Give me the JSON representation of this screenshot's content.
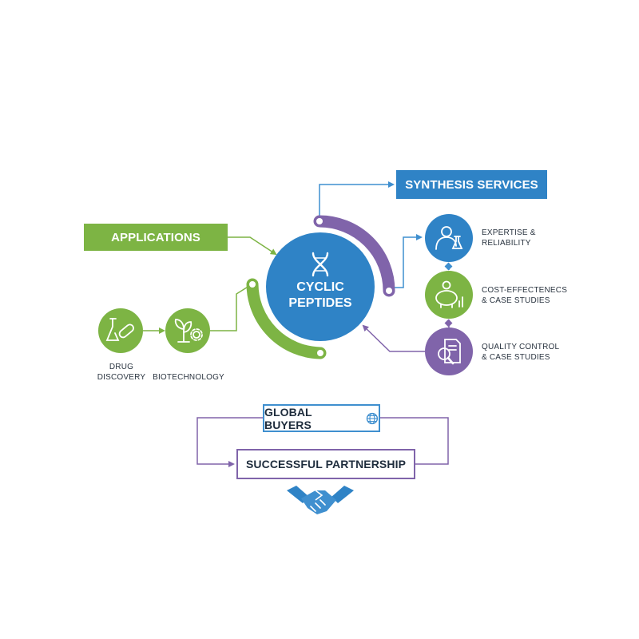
{
  "center": {
    "line1": "CYCLIC",
    "line2": "PEPTIDES",
    "icon": "dna-icon"
  },
  "synthesis": {
    "title": "SYNTHESIS SERVICES"
  },
  "applications": {
    "title": "APPLICATIONS"
  },
  "services": [
    {
      "line1": "EXPERTISE &",
      "line2": "RELIABILITY",
      "icon": "scientist-icon"
    },
    {
      "line1": "COST-EFFECTENECS",
      "line2": "& CASE STUDIES",
      "icon": "piggy-bank-icon"
    },
    {
      "line1": "QUALITY CONTROL",
      "line2": "& CASE STUDIES",
      "icon": "magnifier-document-icon"
    }
  ],
  "apps": [
    {
      "line1": "DRUG",
      "line2": "DISCOVERY",
      "icon": "flask-capsule-icon"
    },
    {
      "line1": "BIOTECHNOLOGY",
      "line2": "",
      "icon": "plant-gear-icon"
    }
  ],
  "partnership": {
    "buyers": "GLOBAL BUYERS",
    "buyers_icon": "globe-icon",
    "success": "SUCCESSFUL PARTNERSHIP",
    "handshake_icon": "handshake-icon"
  },
  "colors": {
    "blue": "#2f83c6",
    "green": "#7db444",
    "purple": "#8064aa"
  }
}
